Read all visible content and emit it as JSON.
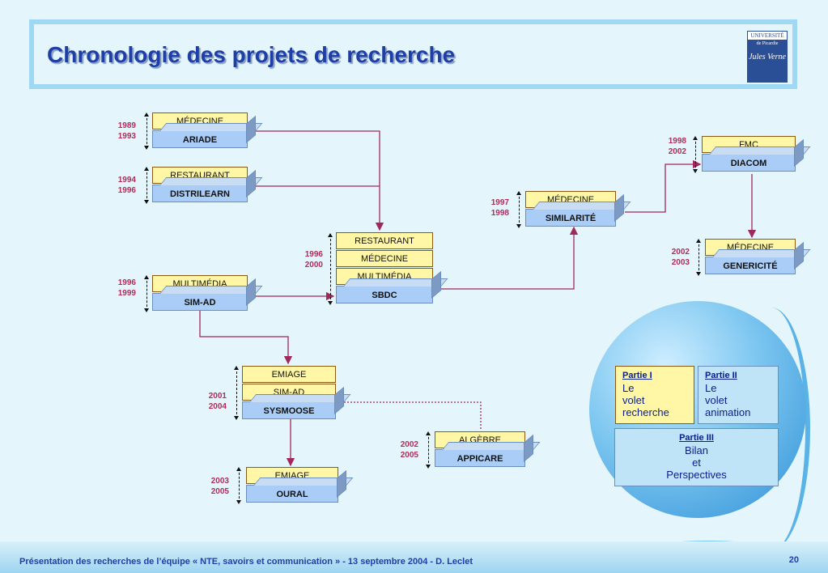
{
  "title": "Chronologie des projets de recherche",
  "logo": {
    "line1": "UNIVERSITÉ",
    "line2": "de Picardie",
    "line3": "Jules Verne"
  },
  "projects": [
    {
      "domains": [
        "MÉDECINE"
      ],
      "name": "ARIADE",
      "start": "1989",
      "end": "1993"
    },
    {
      "domains": [
        "RESTAURANT"
      ],
      "name": "DISTRILEARN",
      "start": "1994",
      "end": "1996"
    },
    {
      "domains": [
        "MULTIMÉDIA"
      ],
      "name": "SIM-AD",
      "start": "1996",
      "end": "1999"
    },
    {
      "domains": [
        "RESTAURANT",
        "MÉDECINE",
        "MULTIMÉDIA"
      ],
      "name": "SBDC",
      "start": "1996",
      "end": "2000"
    },
    {
      "domains": [
        "EMIAGE",
        "SIM-AD"
      ],
      "name": "SYSMOOSE",
      "start": "2001",
      "end": "2004"
    },
    {
      "domains": [
        "EMIAGE"
      ],
      "name": "OURAL",
      "start": "2003",
      "end": "2005"
    },
    {
      "domains": [
        "ALGÈBRE"
      ],
      "name": "APPICARE",
      "start": "2002",
      "end": "2005"
    },
    {
      "domains": [
        "MÉDECINE"
      ],
      "name": "SIMILARITÉ",
      "start": "1997",
      "end": "1998"
    },
    {
      "domains": [
        "FMC"
      ],
      "name": "DIACOM",
      "start": "1998",
      "end": "2002"
    },
    {
      "domains": [
        "MÉDECINE"
      ],
      "name": "GENERICITÉ",
      "start": "2002",
      "end": "2003"
    }
  ],
  "parts": [
    {
      "heading": "Partie I",
      "lines": [
        "Le",
        "volet",
        "recherche"
      ]
    },
    {
      "heading": "Partie II",
      "lines": [
        "Le",
        "volet",
        "animation"
      ]
    },
    {
      "heading": "Partie III",
      "lines": [
        "Bilan",
        "et",
        "Perspectives"
      ]
    }
  ],
  "footer": {
    "text": "Présentation des recherches de l’équipe « NTE, savoirs et communication » - 13 septembre 2004 - D. Leclet",
    "page": "20"
  },
  "colors": {
    "title": "#1f3fa6",
    "years": "#b02c5a",
    "connector": "#a0285a",
    "domain_fill": "#fff7a6",
    "project_fill": "#a9cdf7"
  }
}
